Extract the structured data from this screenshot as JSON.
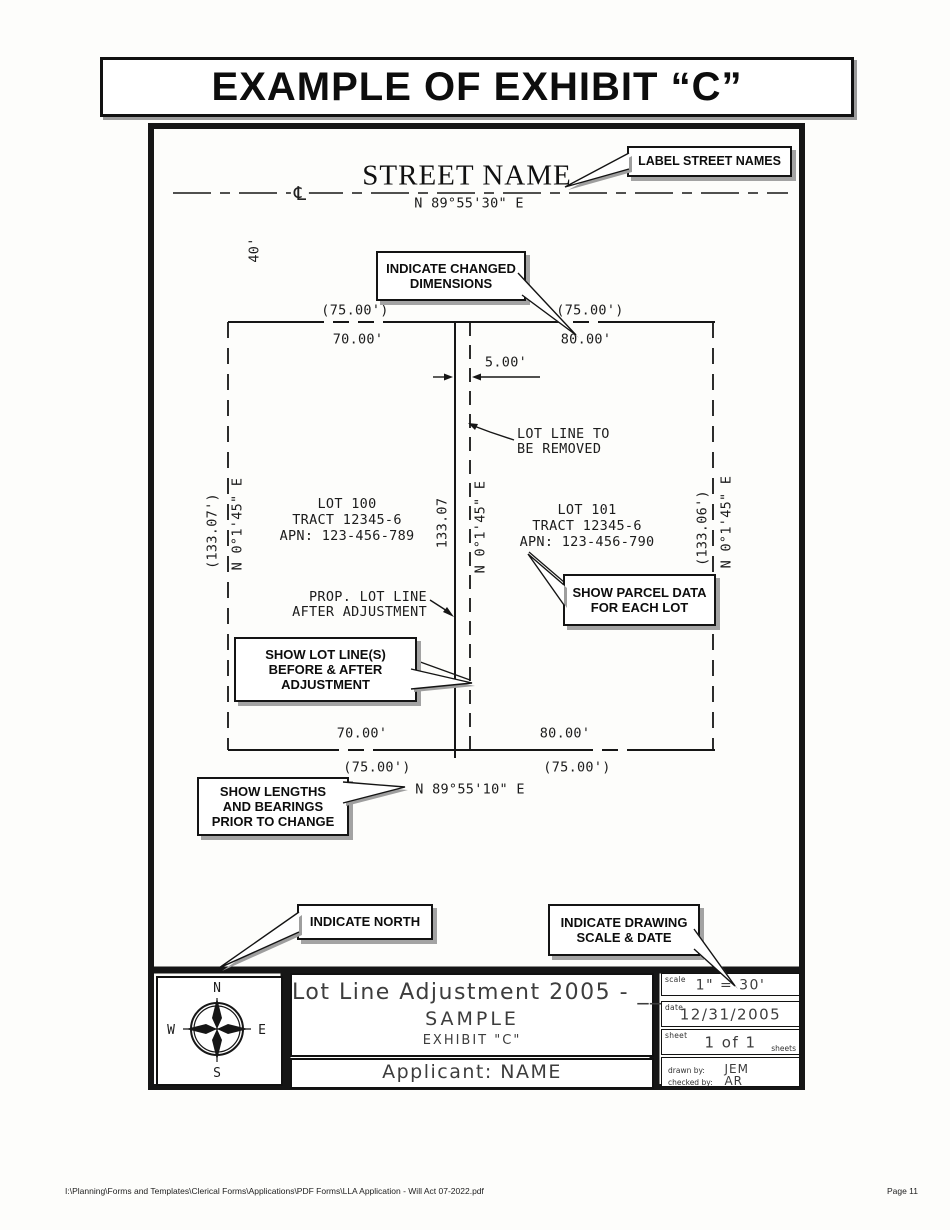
{
  "header": {
    "title": "EXAMPLE OF EXHIBIT “C”"
  },
  "footer": {
    "path": "I:\\Planning\\Forms and Templates\\Clerical Forms\\Applications\\PDF Forms\\LLA Application - Will Act 07-2022.pdf",
    "page": "Page 11"
  },
  "drawing": {
    "street": {
      "name": "STREET NAME",
      "bearing": "N 89°55'30\" E",
      "centerline_symbol": "℄",
      "half_width": "40'"
    },
    "callouts": {
      "street_names": "LABEL STREET NAMES",
      "changed_dims": "INDICATE CHANGED\nDIMENSIONS",
      "parcel_data": "SHOW PARCEL DATA\nFOR EACH LOT",
      "lot_lines": "SHOW LOT LINE(S)\nBEFORE & AFTER\nADJUSTMENT",
      "lengths": "SHOW LENGTHS\nAND BEARINGS\nPRIOR TO CHANGE",
      "north": "INDICATE NORTH",
      "scale_date": "INDICATE DRAWING\nSCALE & DATE"
    },
    "annotations": {
      "removed": "LOT LINE TO\nBE REMOVED",
      "proposed": "PROP. LOT LINE\nAFTER ADJUSTMENT"
    },
    "dims": {
      "record_75": "(75.00')",
      "new_70": "70.00'",
      "new_80": "80.00'",
      "gap_5": "5.00'",
      "record_left": "(133.07')",
      "record_right": "(133.06')",
      "mid_length": "133.07",
      "side_bearing": "N 0°1'45\" E",
      "bottom_bearing": "N 89°55'10\" E"
    },
    "lots": [
      {
        "name": "LOT 100",
        "tract": "TRACT 12345-6",
        "apn": "APN: 123-456-789"
      },
      {
        "name": "LOT 101",
        "tract": "TRACT 12345-6",
        "apn": "APN: 123-456-790"
      }
    ]
  },
  "titleblock": {
    "project": "Lot Line Adjustment 2005 - __",
    "sample": "SAMPLE",
    "exhibit": "EXHIBIT \"C\"",
    "applicant": "Applicant: NAME",
    "scale_label": "scale",
    "scale_value": "1\" = 30'",
    "date_label": "date",
    "date_value": "12/31/2005",
    "sheet_label": "sheet",
    "sheet_value": "1 of 1",
    "sheets_suffix": "sheets",
    "drawn_label": "drawn by:",
    "drawn_value": "JEM",
    "checked_label": "checked by:",
    "checked_value": "AR",
    "compass": {
      "n": "N",
      "e": "E",
      "s": "S",
      "w": "W"
    }
  }
}
